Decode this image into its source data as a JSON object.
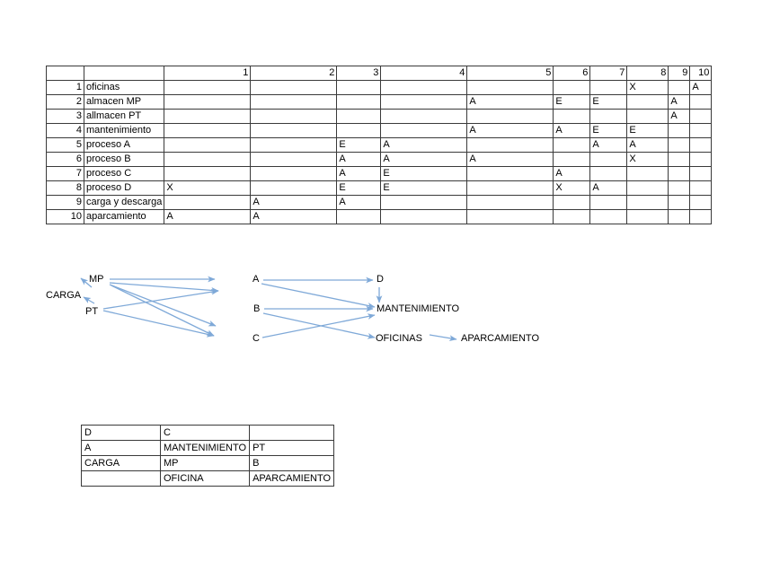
{
  "matrix": {
    "corner_label": "",
    "column_headers": [
      "1",
      "2",
      "3",
      "4",
      "5",
      "6",
      "7",
      "8",
      "9",
      "10"
    ],
    "rows": [
      {
        "index": "1",
        "name": "oficinas",
        "cells": [
          "",
          "",
          "",
          "",
          "",
          "",
          "",
          "X",
          "",
          "A"
        ]
      },
      {
        "index": "2",
        "name": "almacen MP",
        "cells": [
          "",
          "",
          "",
          "",
          "A",
          "E",
          "E",
          "",
          "A",
          ""
        ]
      },
      {
        "index": "3",
        "name": "allmacen PT",
        "cells": [
          "",
          "",
          "",
          "",
          "",
          "",
          "",
          "",
          "A",
          ""
        ]
      },
      {
        "index": "4",
        "name": "mantenimiento",
        "cells": [
          "",
          "",
          "",
          "",
          "A",
          "A",
          "E",
          "E",
          "",
          ""
        ]
      },
      {
        "index": "5",
        "name": "proceso A",
        "cells": [
          "",
          "",
          "E",
          "A",
          "",
          "",
          "A",
          "A",
          "",
          ""
        ]
      },
      {
        "index": "6",
        "name": "proceso B",
        "cells": [
          "",
          "",
          "A",
          "A",
          "A",
          "",
          "",
          "X",
          "",
          ""
        ]
      },
      {
        "index": "7",
        "name": "proceso C",
        "cells": [
          "",
          "",
          "A",
          "E",
          "",
          "A",
          "",
          "",
          "",
          ""
        ]
      },
      {
        "index": "8",
        "name": "proceso D",
        "cells": [
          "X",
          "",
          "E",
          "E",
          "",
          "X",
          "A",
          "",
          "",
          ""
        ]
      },
      {
        "index": "9",
        "name": "carga y descarga",
        "cells": [
          "",
          "A",
          "A",
          "",
          "",
          "",
          "",
          "",
          "",
          ""
        ]
      },
      {
        "index": "10",
        "name": "aparcamiento",
        "cells": [
          "A",
          "A",
          "",
          "",
          "",
          "",
          "",
          "",
          "",
          ""
        ]
      }
    ]
  },
  "diagram": {
    "arrow_color": "#7FA9D8",
    "nodes": [
      {
        "id": "mp",
        "label": "MP"
      },
      {
        "id": "carga",
        "label": "CARGA"
      },
      {
        "id": "pt",
        "label": "PT"
      },
      {
        "id": "a",
        "label": "A"
      },
      {
        "id": "b",
        "label": "B"
      },
      {
        "id": "c",
        "label": "C"
      },
      {
        "id": "d",
        "label": "D"
      },
      {
        "id": "mantenimiento",
        "label": "MANTENIMIENTO"
      },
      {
        "id": "oficinas",
        "label": "OFICINAS"
      },
      {
        "id": "aparcamiento",
        "label": "APARCAMIENTO"
      }
    ]
  },
  "summary": {
    "rows": [
      [
        "D",
        "C",
        ""
      ],
      [
        "A",
        "MANTENIMIENTO",
        "PT"
      ],
      [
        "CARGA",
        "MP",
        "B"
      ],
      [
        "",
        "OFICINA",
        "APARCAMIENTO"
      ]
    ]
  }
}
